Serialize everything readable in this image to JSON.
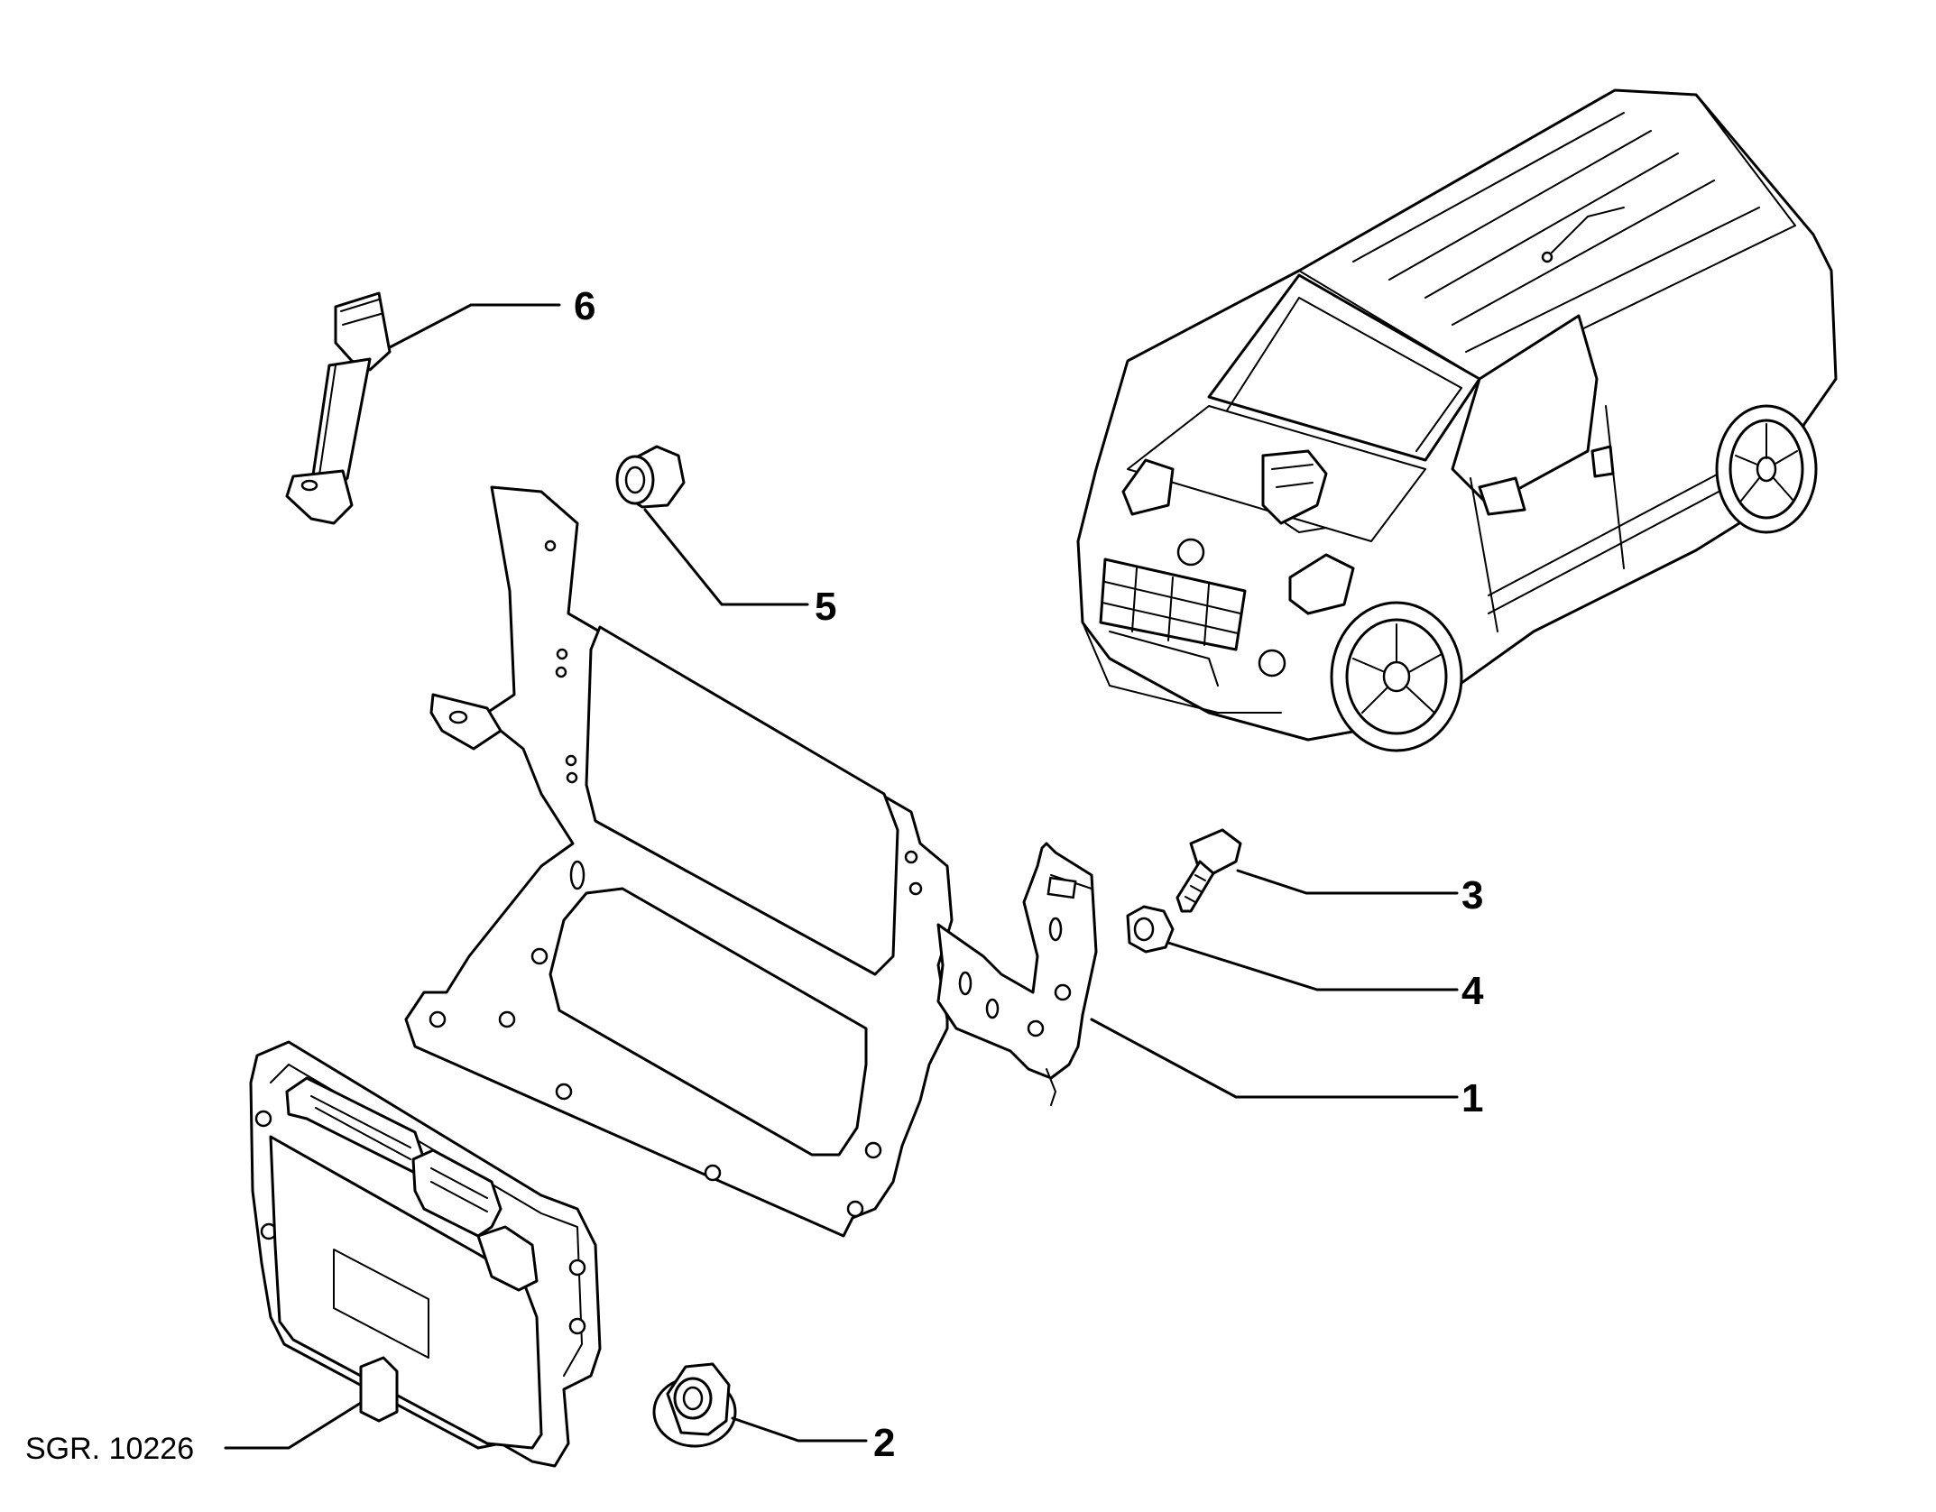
{
  "diagram": {
    "reference_code": "SGR. 10226",
    "callouts": [
      {
        "id": "1",
        "label": "1"
      },
      {
        "id": "2",
        "label": "2"
      },
      {
        "id": "3",
        "label": "3"
      },
      {
        "id": "4",
        "label": "4"
      },
      {
        "id": "5",
        "label": "5"
      },
      {
        "id": "6",
        "label": "6"
      }
    ]
  }
}
